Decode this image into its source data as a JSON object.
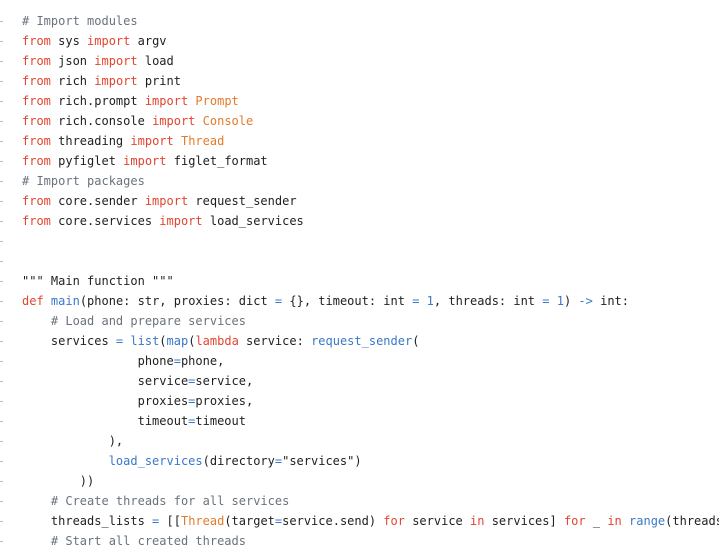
{
  "code": {
    "language": "python",
    "lines": [
      [
        {
          "t": "# Import modules",
          "k": "cmt"
        }
      ],
      [
        {
          "t": "from",
          "k": "kw"
        },
        {
          "t": " sys ",
          "k": "plain"
        },
        {
          "t": "import",
          "k": "kw"
        },
        {
          "t": " argv",
          "k": "plain"
        }
      ],
      [
        {
          "t": "from",
          "k": "kw"
        },
        {
          "t": " json ",
          "k": "plain"
        },
        {
          "t": "import",
          "k": "kw"
        },
        {
          "t": " load",
          "k": "plain"
        }
      ],
      [
        {
          "t": "from",
          "k": "kw"
        },
        {
          "t": " rich ",
          "k": "plain"
        },
        {
          "t": "import",
          "k": "kw"
        },
        {
          "t": " print",
          "k": "plain"
        }
      ],
      [
        {
          "t": "from",
          "k": "kw"
        },
        {
          "t": " rich.prompt ",
          "k": "plain"
        },
        {
          "t": "import",
          "k": "kw"
        },
        {
          "t": " ",
          "k": "plain"
        },
        {
          "t": "Prompt",
          "k": "cls"
        }
      ],
      [
        {
          "t": "from",
          "k": "kw"
        },
        {
          "t": " rich.console ",
          "k": "plain"
        },
        {
          "t": "import",
          "k": "kw"
        },
        {
          "t": " ",
          "k": "plain"
        },
        {
          "t": "Console",
          "k": "cls"
        }
      ],
      [
        {
          "t": "from",
          "k": "kw"
        },
        {
          "t": " threading ",
          "k": "plain"
        },
        {
          "t": "import",
          "k": "kw"
        },
        {
          "t": " ",
          "k": "plain"
        },
        {
          "t": "Thread",
          "k": "cls"
        }
      ],
      [
        {
          "t": "from",
          "k": "kw"
        },
        {
          "t": " pyfiglet ",
          "k": "plain"
        },
        {
          "t": "import",
          "k": "kw"
        },
        {
          "t": " figlet_format",
          "k": "plain"
        }
      ],
      [
        {
          "t": "# Import packages",
          "k": "cmt"
        }
      ],
      [
        {
          "t": "from",
          "k": "kw"
        },
        {
          "t": " core.sender ",
          "k": "plain"
        },
        {
          "t": "import",
          "k": "kw"
        },
        {
          "t": " request_sender",
          "k": "plain"
        }
      ],
      [
        {
          "t": "from",
          "k": "kw"
        },
        {
          "t": " core.services ",
          "k": "plain"
        },
        {
          "t": "import",
          "k": "kw"
        },
        {
          "t": " load_services",
          "k": "plain"
        }
      ],
      [],
      [],
      [
        {
          "t": "\"\"\" Main function \"\"\"",
          "k": "str"
        }
      ],
      [
        {
          "t": "def",
          "k": "kw"
        },
        {
          "t": " ",
          "k": "plain"
        },
        {
          "t": "main",
          "k": "fn"
        },
        {
          "t": "(phone: str, proxies: dict ",
          "k": "plain"
        },
        {
          "t": "=",
          "k": "op"
        },
        {
          "t": " {}, timeout: int ",
          "k": "plain"
        },
        {
          "t": "=",
          "k": "op"
        },
        {
          "t": " ",
          "k": "plain"
        },
        {
          "t": "1",
          "k": "num"
        },
        {
          "t": ", threads: int ",
          "k": "plain"
        },
        {
          "t": "=",
          "k": "op"
        },
        {
          "t": " ",
          "k": "plain"
        },
        {
          "t": "1",
          "k": "num"
        },
        {
          "t": ") ",
          "k": "plain"
        },
        {
          "t": "->",
          "k": "op"
        },
        {
          "t": " int:",
          "k": "plain"
        }
      ],
      [
        {
          "t": "    ",
          "k": "plain"
        },
        {
          "t": "# Load and prepare services",
          "k": "cmt"
        }
      ],
      [
        {
          "t": "    services ",
          "k": "plain"
        },
        {
          "t": "=",
          "k": "op"
        },
        {
          "t": " ",
          "k": "plain"
        },
        {
          "t": "list",
          "k": "fn"
        },
        {
          "t": "(",
          "k": "plain"
        },
        {
          "t": "map",
          "k": "fn"
        },
        {
          "t": "(",
          "k": "plain"
        },
        {
          "t": "lambda",
          "k": "kw"
        },
        {
          "t": " service: ",
          "k": "plain"
        },
        {
          "t": "request_sender",
          "k": "fn"
        },
        {
          "t": "(",
          "k": "plain"
        }
      ],
      [
        {
          "t": "                phone",
          "k": "plain"
        },
        {
          "t": "=",
          "k": "op"
        },
        {
          "t": "phone,",
          "k": "plain"
        }
      ],
      [
        {
          "t": "                service",
          "k": "plain"
        },
        {
          "t": "=",
          "k": "op"
        },
        {
          "t": "service,",
          "k": "plain"
        }
      ],
      [
        {
          "t": "                proxies",
          "k": "plain"
        },
        {
          "t": "=",
          "k": "op"
        },
        {
          "t": "proxies,",
          "k": "plain"
        }
      ],
      [
        {
          "t": "                timeout",
          "k": "plain"
        },
        {
          "t": "=",
          "k": "op"
        },
        {
          "t": "timeout",
          "k": "plain"
        }
      ],
      [
        {
          "t": "            ),",
          "k": "plain"
        }
      ],
      [
        {
          "t": "            ",
          "k": "plain"
        },
        {
          "t": "load_services",
          "k": "fn"
        },
        {
          "t": "(directory",
          "k": "plain"
        },
        {
          "t": "=",
          "k": "op"
        },
        {
          "t": "\"services\")",
          "k": "plain"
        }
      ],
      [
        {
          "t": "        ))",
          "k": "plain"
        }
      ],
      [
        {
          "t": "    ",
          "k": "plain"
        },
        {
          "t": "# Create threads for all services",
          "k": "cmt"
        }
      ],
      [
        {
          "t": "    threads_lists ",
          "k": "plain"
        },
        {
          "t": "=",
          "k": "op"
        },
        {
          "t": " [[",
          "k": "plain"
        },
        {
          "t": "Thread",
          "k": "cls"
        },
        {
          "t": "(target",
          "k": "plain"
        },
        {
          "t": "=",
          "k": "op"
        },
        {
          "t": "service.send) ",
          "k": "plain"
        },
        {
          "t": "for",
          "k": "kw"
        },
        {
          "t": " service ",
          "k": "plain"
        },
        {
          "t": "in",
          "k": "kw"
        },
        {
          "t": " services] ",
          "k": "plain"
        },
        {
          "t": "for",
          "k": "kw"
        },
        {
          "t": " _ ",
          "k": "plain"
        },
        {
          "t": "in",
          "k": "kw"
        },
        {
          "t": " ",
          "k": "plain"
        },
        {
          "t": "range",
          "k": "fn"
        },
        {
          "t": "(threads)]",
          "k": "plain"
        }
      ],
      [
        {
          "t": "    ",
          "k": "plain"
        },
        {
          "t": "# Start all created threads",
          "k": "cmt"
        }
      ]
    ]
  },
  "colors": {
    "keyword": "#e3452f",
    "class": "#e47a2b",
    "comment": "#6a737d",
    "function": "#3a78c8",
    "text": "#1f1f1f",
    "background": "#ffffff"
  }
}
